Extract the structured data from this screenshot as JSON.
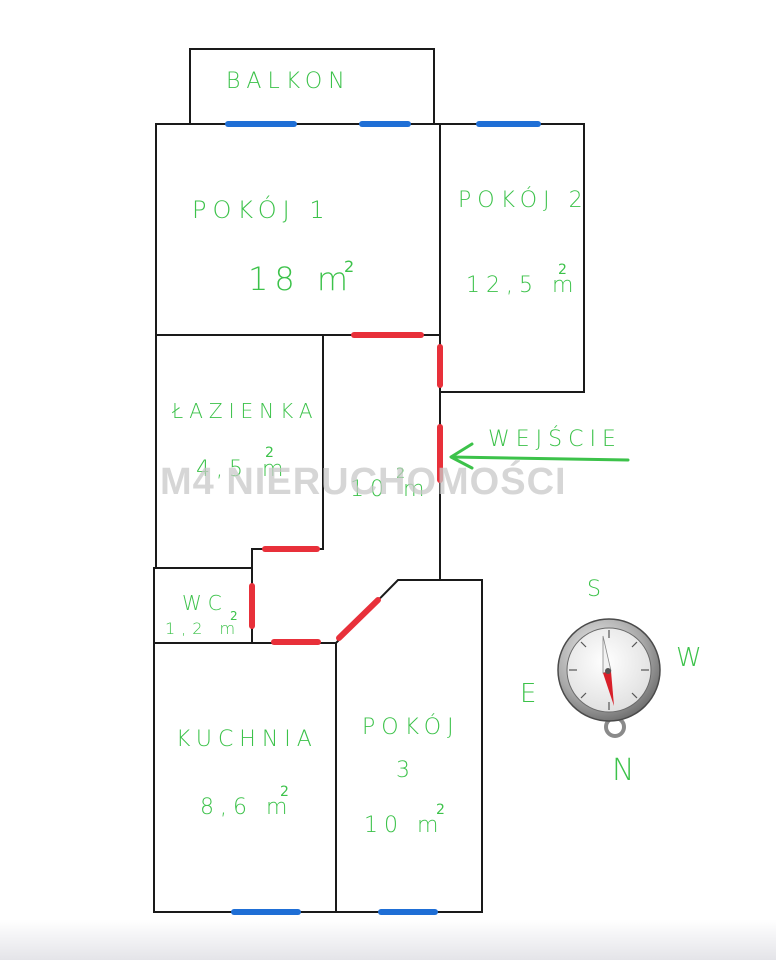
{
  "rooms": {
    "balkon": {
      "name": "BALKON"
    },
    "pokoj1": {
      "name": "POKÓJ 1",
      "area": "18 m",
      "sup": "2"
    },
    "pokoj2": {
      "name": "POKÓJ 2",
      "area": "12,5 m",
      "sup": "2"
    },
    "lazienka": {
      "name": "ŁAZIENKA",
      "area": "4,5 m",
      "sup": "2"
    },
    "hall": {
      "area": "10 m",
      "sup": "2"
    },
    "wc": {
      "name": "WC",
      "area": "1,2 m",
      "sup": "2"
    },
    "kuchnia": {
      "name": "KUCHNIA",
      "area": "8,6 m",
      "sup": "2"
    },
    "pokoj3": {
      "name": "POKÓJ",
      "number": "3",
      "area": "10 m",
      "sup": "2"
    }
  },
  "entrance": {
    "label": "WEJŚCIE"
  },
  "compass": {
    "s": "S",
    "w": "W",
    "e": "E",
    "n": "N"
  },
  "watermark": {
    "text": "M4 NIERUCHOMOŚCI"
  },
  "colors": {
    "label": "#3cc24a",
    "window": "#1f6fd6",
    "door": "#e8303a",
    "wall": "#1a1a1a"
  },
  "icons": [
    "compass-icon",
    "entrance-arrow-icon"
  ]
}
